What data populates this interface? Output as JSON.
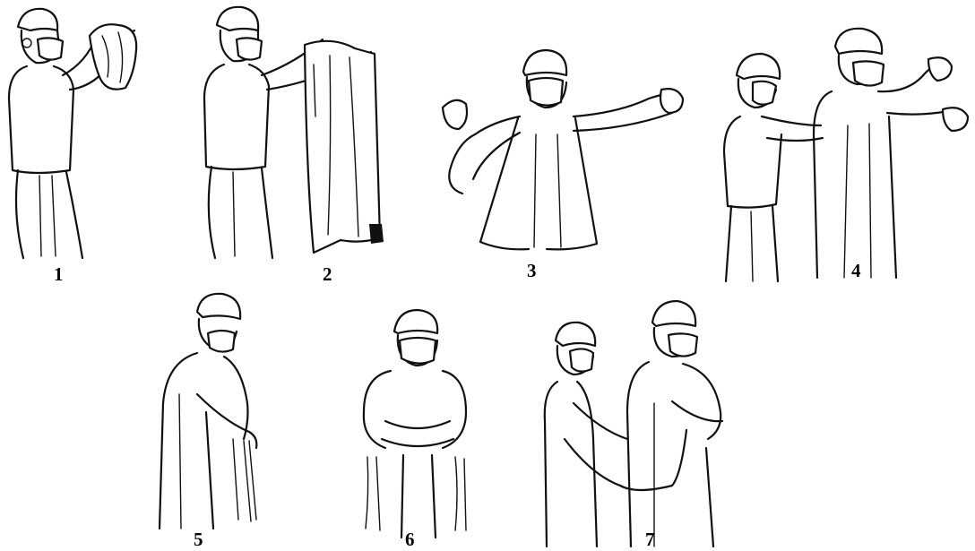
{
  "figure": {
    "steps": [
      {
        "id": 1,
        "label": "1",
        "icon": "surgeon-lifting-folded-gown-icon"
      },
      {
        "id": 2,
        "label": "2",
        "icon": "surgeon-unfolding-gown-icon"
      },
      {
        "id": 3,
        "label": "3",
        "icon": "surgeon-inserting-arms-into-sleeves-icon"
      },
      {
        "id": 4,
        "label": "4",
        "icon": "assistant-pulling-gown-from-behind-icon"
      },
      {
        "id": 5,
        "label": "5",
        "icon": "surgeon-crossing-arms-holding-belt-side-icon"
      },
      {
        "id": 6,
        "label": "6",
        "icon": "surgeon-crossing-arms-holding-belt-front-icon"
      },
      {
        "id": 7,
        "label": "7",
        "icon": "assistant-tying-waist-belt-behind-icon"
      }
    ],
    "colors": {
      "ink": "#111111",
      "paper": "#ffffff"
    }
  }
}
